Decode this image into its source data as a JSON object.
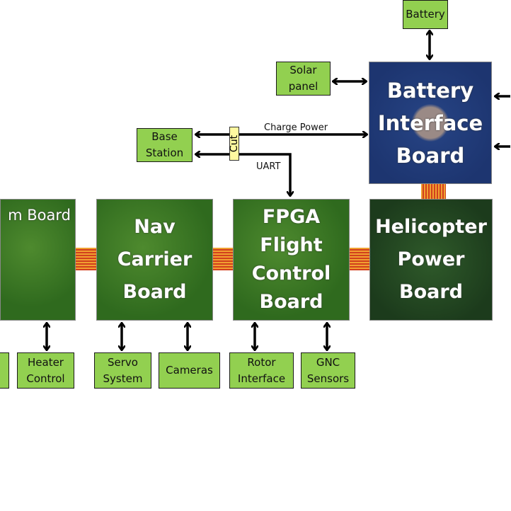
{
  "boxes": {
    "battery": "Battery",
    "solar_panel": "Solar\npanel",
    "base_station": "Base\nStation",
    "heater_control": "Heater\nControl",
    "servo_system": "Servo\nSystem",
    "cameras": "Cameras",
    "rotor_interface": "Rotor\nInterface",
    "gnc_sensors": "GNC\nSensors"
  },
  "boards": {
    "battery_interface": "Battery\nInterface\nBoard",
    "comm": "m Board",
    "nav_carrier": "Nav\nCarrier\nBoard",
    "fpga": "FPGA\nFlight\nControl\nBoard",
    "helicopter_power": "Helicopter\nPower\nBoard"
  },
  "links": {
    "charge_power": "Charge Power",
    "uart": "UART",
    "cut": "Cut"
  },
  "colors": {
    "box_fill": "#92d050",
    "cut_fill": "#fff9a0",
    "bib_board": "#1d3570",
    "pcb_green": "#2f6a1e"
  }
}
